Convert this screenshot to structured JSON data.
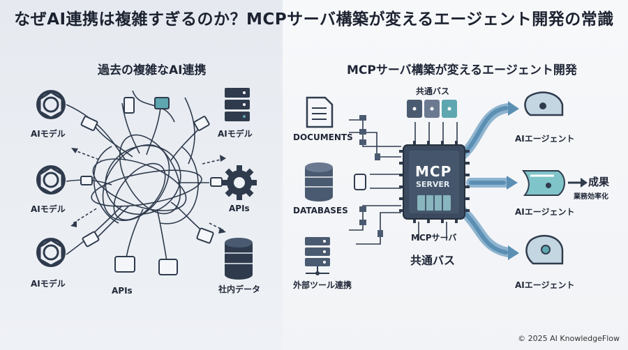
{
  "title": "なぜAI連携は複雑すぎるのか？MCPサーバ構築が変えるエージェント開発の常識",
  "left": {
    "heading": "過去の複雑なAI連携",
    "labels": {
      "ai_model_1": "AIモデル",
      "ai_model_2": "AIモデル",
      "ai_model_3": "AIモデル",
      "ai_model_right": "AIモデル",
      "apis_right": "APIs",
      "apis_bottom": "APIs",
      "internal_data": "社内データ"
    }
  },
  "right": {
    "heading": "MCPサーバ構築が変えるエージェント開発",
    "shared_bus_top": "共通バス",
    "documents": "DOCUMENTS",
    "databases": "DATABASES",
    "external_tools": "外部ツール連携",
    "chip_title": "MCP",
    "chip_subtitle": "SERVER",
    "mcp_server_label": "MCPサーバ",
    "shared_bus_bottom": "共通バス",
    "agent_1": "AIエージェント",
    "agent_2": "AIエージェント",
    "agent_3": "AIエージェント",
    "result": "成果",
    "efficiency": "業務効率化"
  },
  "copyright": "© 2025 AI KnowledgeFlow",
  "colors": {
    "dark": "#2f3b4d",
    "teal": "#4d9ba6",
    "accent_blue": "#5b8fb3",
    "chip": "#3b4a5e"
  }
}
